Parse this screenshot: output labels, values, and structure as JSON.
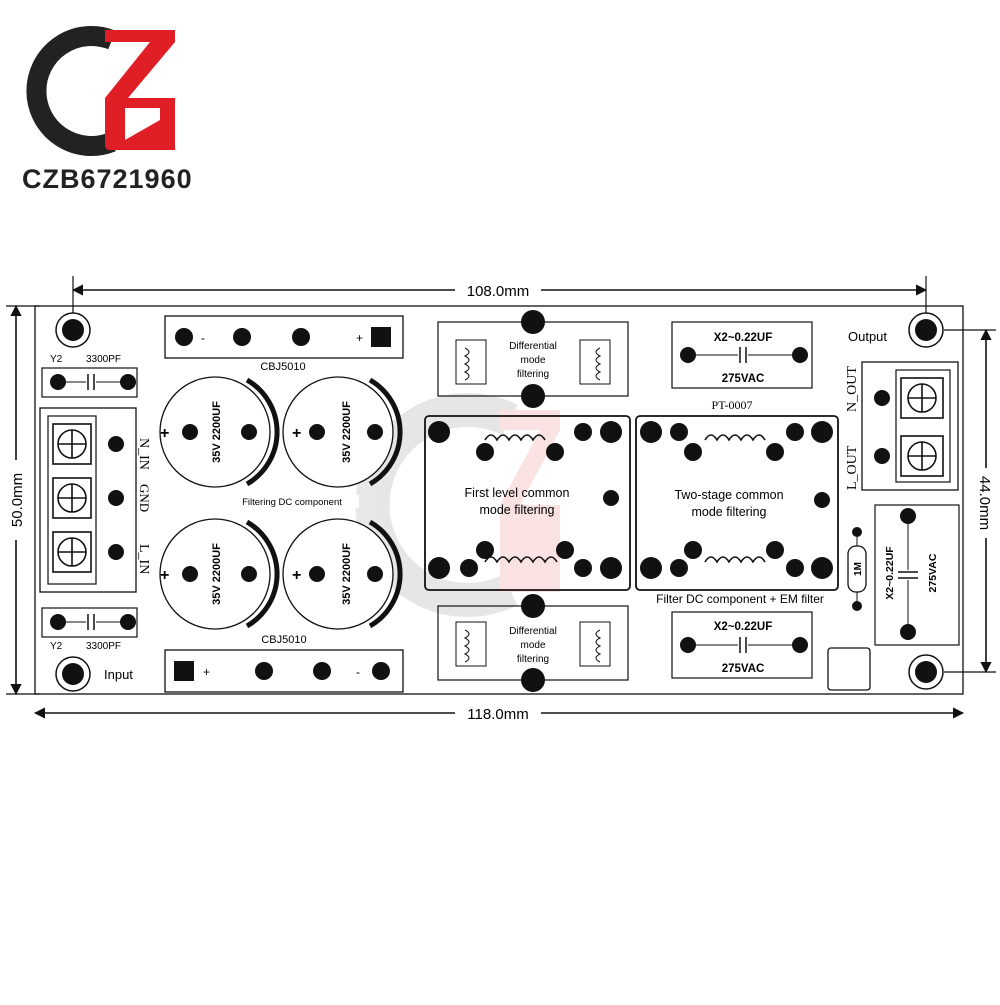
{
  "brand": {
    "text": "CZB6721960",
    "red": "#e01e25",
    "dark": "#222222"
  },
  "dimensions": {
    "top_width": "108.0mm",
    "bottom_width": "118.0mm",
    "left_height": "50.0mm",
    "right_height": "44.0mm"
  },
  "ports": {
    "input": "Input",
    "output": "Output"
  },
  "caps_y": {
    "type": "Y2",
    "value": "3300PF"
  },
  "input_terminal": {
    "n_in": "N_IN",
    "gnd": "GND",
    "l_in": "L_IN",
    "plus": "+"
  },
  "bridge": {
    "label": "CBJ5010",
    "plus": "+",
    "minus": "-"
  },
  "electrolytic": {
    "rating": "35V 2200UF",
    "plus": "+"
  },
  "filtering_dc": "Filtering DC component",
  "differential": {
    "line1": "Differential",
    "line2": "mode",
    "line3": "filtering"
  },
  "x2_box": {
    "value": "X2~0.22UF",
    "voltage": "275VAC"
  },
  "board_id": "PT-0007",
  "first_stage": {
    "line1": "First level common",
    "line2": "mode filtering"
  },
  "second_stage": {
    "line1": "Two-stage common",
    "line2": "mode filtering"
  },
  "filter_em": "Filter DC component + EM filter",
  "output_terminal": {
    "n_out": "N_OUT",
    "l_out": "L_OUT"
  },
  "resistor": "1M"
}
